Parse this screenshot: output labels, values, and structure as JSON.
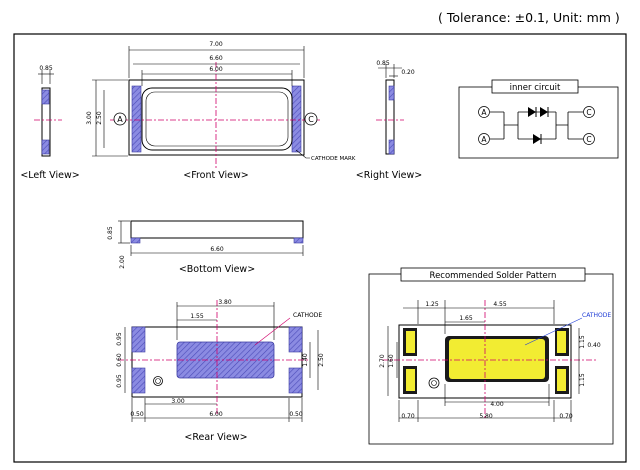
{
  "header": {
    "tolerance": "( Tolerance: ±0.1,  Unit: mm )"
  },
  "colors": {
    "pad_fill": "#8888e0",
    "dim_line": "#d0006a",
    "solder_pad": "#f2ec32",
    "callout": "#1e3cd6",
    "outline": "#000000"
  },
  "views": {
    "left": {
      "label": "<Left View>",
      "dims": {
        "width": "0.85"
      }
    },
    "front": {
      "label": "<Front View>",
      "dims": {
        "w1": "7.00",
        "w2": "6.60",
        "w3": "6.00",
        "h1": "3.00",
        "h2": "2.50"
      },
      "anode": "A",
      "cathode": "C",
      "cathode_mark": "CATHODE MARK"
    },
    "right": {
      "label": "<Right View>",
      "dims": {
        "w1": "0.85",
        "w2": "0.20"
      }
    },
    "inner_circuit": {
      "title": "inner circuit",
      "pins": [
        "A",
        "A",
        "C",
        "C"
      ]
    },
    "bottom": {
      "label": "<Bottom View>",
      "dims": {
        "h1": "0.85",
        "h2": "2.00",
        "w": "6.60"
      }
    },
    "rear": {
      "label": "<Rear View>",
      "cathode": "CATHODE",
      "dims": {
        "top1": "3.80",
        "top2": "1.55",
        "left1": "0.95",
        "left2": "0.60",
        "left3": "0.95",
        "r1": "1.40",
        "r2": "2.50",
        "b1": "3.00",
        "b2": "6.00",
        "b3": "0.50",
        "b4": "0.50"
      }
    },
    "solder": {
      "title": "Recommended Solder Pattern",
      "cathode": "CATHODE",
      "dims": {
        "top1": "1.25",
        "top2": "4.55",
        "top3": "1.65",
        "left1": "2.70",
        "left2": "1.60",
        "r1": "1.15",
        "r2": "0.40",
        "r3": "1.15",
        "mid": "4.00",
        "b1": "0.70",
        "b2": "5.80",
        "b3": "0.70"
      }
    }
  }
}
